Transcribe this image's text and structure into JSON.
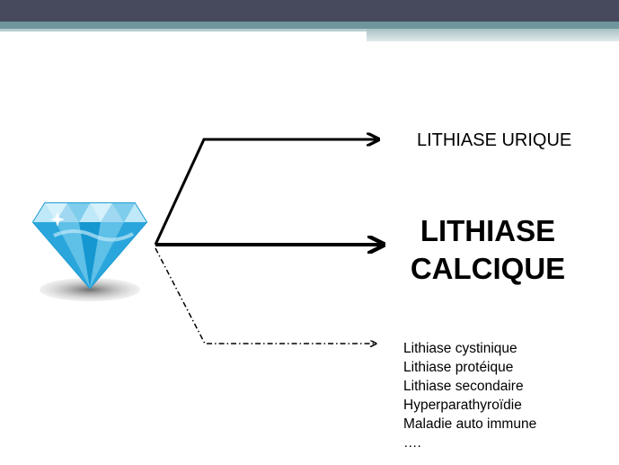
{
  "slide": {
    "colors": {
      "header_dark": "#474a5c",
      "header_teal": "#6e969c",
      "diamond_light": "#9fd8f0",
      "diamond_mid": "#45b4e3",
      "diamond_dark": "#1597d0",
      "arrow": "#000000"
    },
    "icon": "diamond-icon",
    "targets": {
      "urique": "LITHIASE URIQUE",
      "calcique_line1": "LITHIASE",
      "calcique_line2": "CALCIQUE"
    },
    "others": [
      "Lithiase cystinique",
      "Lithiase protéique",
      "Lithiase secondaire",
      "Hyperparathyroïdie",
      "Maladie auto immune",
      "…."
    ]
  }
}
